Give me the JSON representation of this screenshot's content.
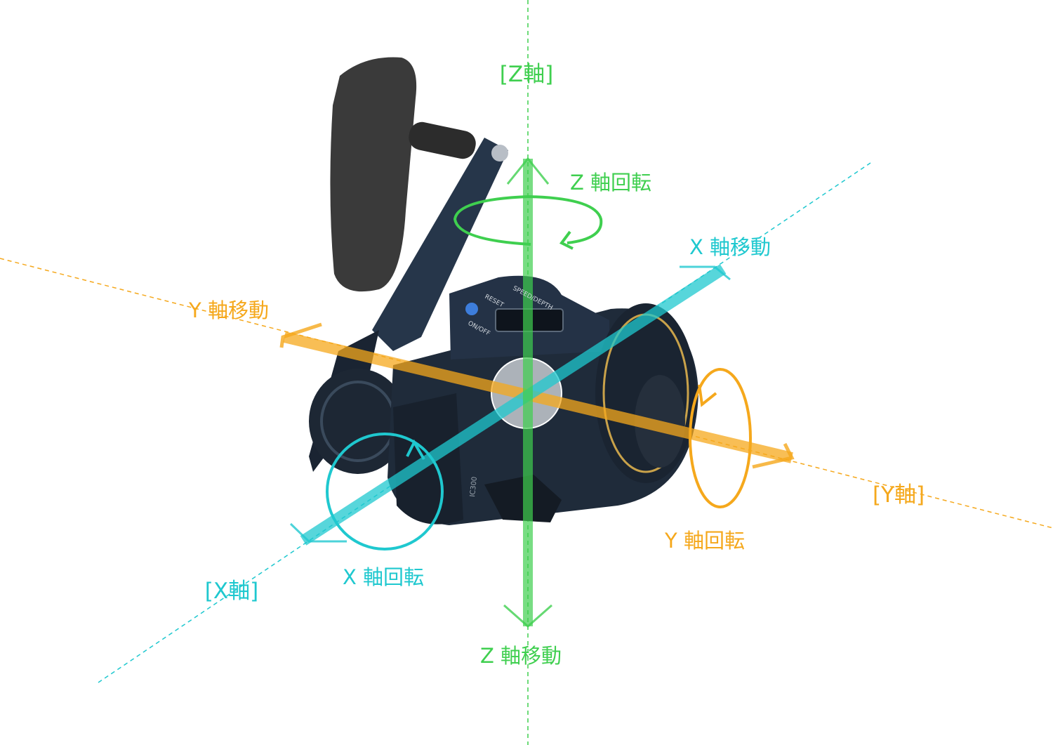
{
  "colors": {
    "z_axis": "#3fcf4f",
    "x_axis": "#1fc8cf",
    "y_axis": "#f5a81c",
    "reel_body": "#1f2b3a",
    "reel_dark": "#161d27",
    "handle_knob": "#3a3a3a",
    "gold_accent": "#c9a24a",
    "background": "#ffffff"
  },
  "labels": {
    "z_axis_name": "[Z軸]",
    "z_rotation": "Z 軸回転",
    "z_movement": "Z 軸移動",
    "x_axis_name": "[X軸]",
    "x_rotation": "X 軸回転",
    "x_movement": "X 軸移動",
    "y_axis_name": "[Y軸]",
    "y_rotation": "Y 軸回転",
    "y_movement": "Y 軸移動"
  },
  "reel": {
    "button_on_off": "ON/OFF",
    "button_reset": "RESET",
    "button_speed_depth": "SPEED/DEPTH",
    "model": "IC300"
  }
}
